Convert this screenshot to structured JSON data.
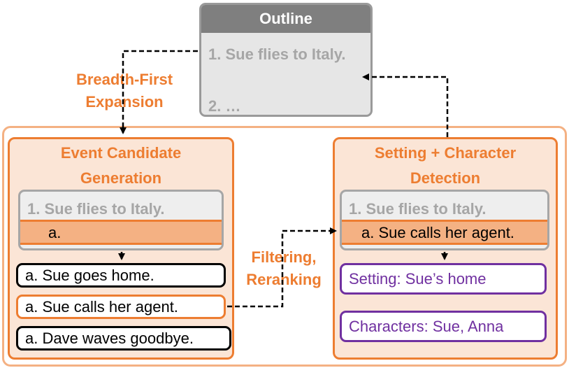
{
  "outline": {
    "title": "Outline",
    "item1": "1. Sue flies to Italy.",
    "item2": "2. …"
  },
  "labels": {
    "expansion_line1": "Breadth-First",
    "expansion_line2": "Expansion",
    "filtering_line1": "Filtering,",
    "filtering_line2": "Reranking"
  },
  "left_panel": {
    "title_line1": "Event Candidate",
    "title_line2": "Generation",
    "outline_item": "1. Sue flies to Italy.",
    "placeholder": "a.",
    "candidates": [
      "a. Sue goes home.",
      "a. Sue calls her agent.",
      "a. Dave waves goodbye."
    ]
  },
  "right_panel": {
    "title_line1": "Setting + Character",
    "title_line2": "Detection",
    "outline_item": "1. Sue flies to Italy.",
    "selected_event": "a. Sue calls her agent.",
    "setting": "Setting: Sue’s home",
    "characters": "Characters: Sue, Anna"
  },
  "colors": {
    "accent_orange": "#ed7d31",
    "light_orange": "#fbe5d6",
    "purple": "#7030a0",
    "grey": "#a6a6a6"
  }
}
